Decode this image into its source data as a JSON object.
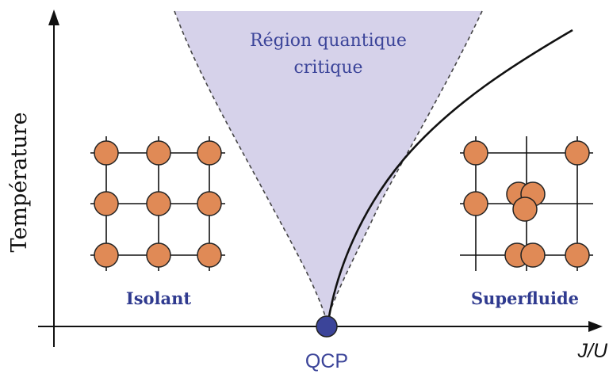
{
  "axes": {
    "y_label": "Température",
    "x_label": "J/U",
    "origin_label": "QCP"
  },
  "regions": {
    "critical_label_line1": "Région quantique",
    "critical_label_line2": "critique",
    "left_phase": "Isolant",
    "right_phase": "Superfluide"
  },
  "colors": {
    "critical_fill": "#d6d2ea",
    "atom_fill": "#e08a56",
    "qcp_fill": "#3b4499",
    "phase_label": "#2f3a8f"
  }
}
